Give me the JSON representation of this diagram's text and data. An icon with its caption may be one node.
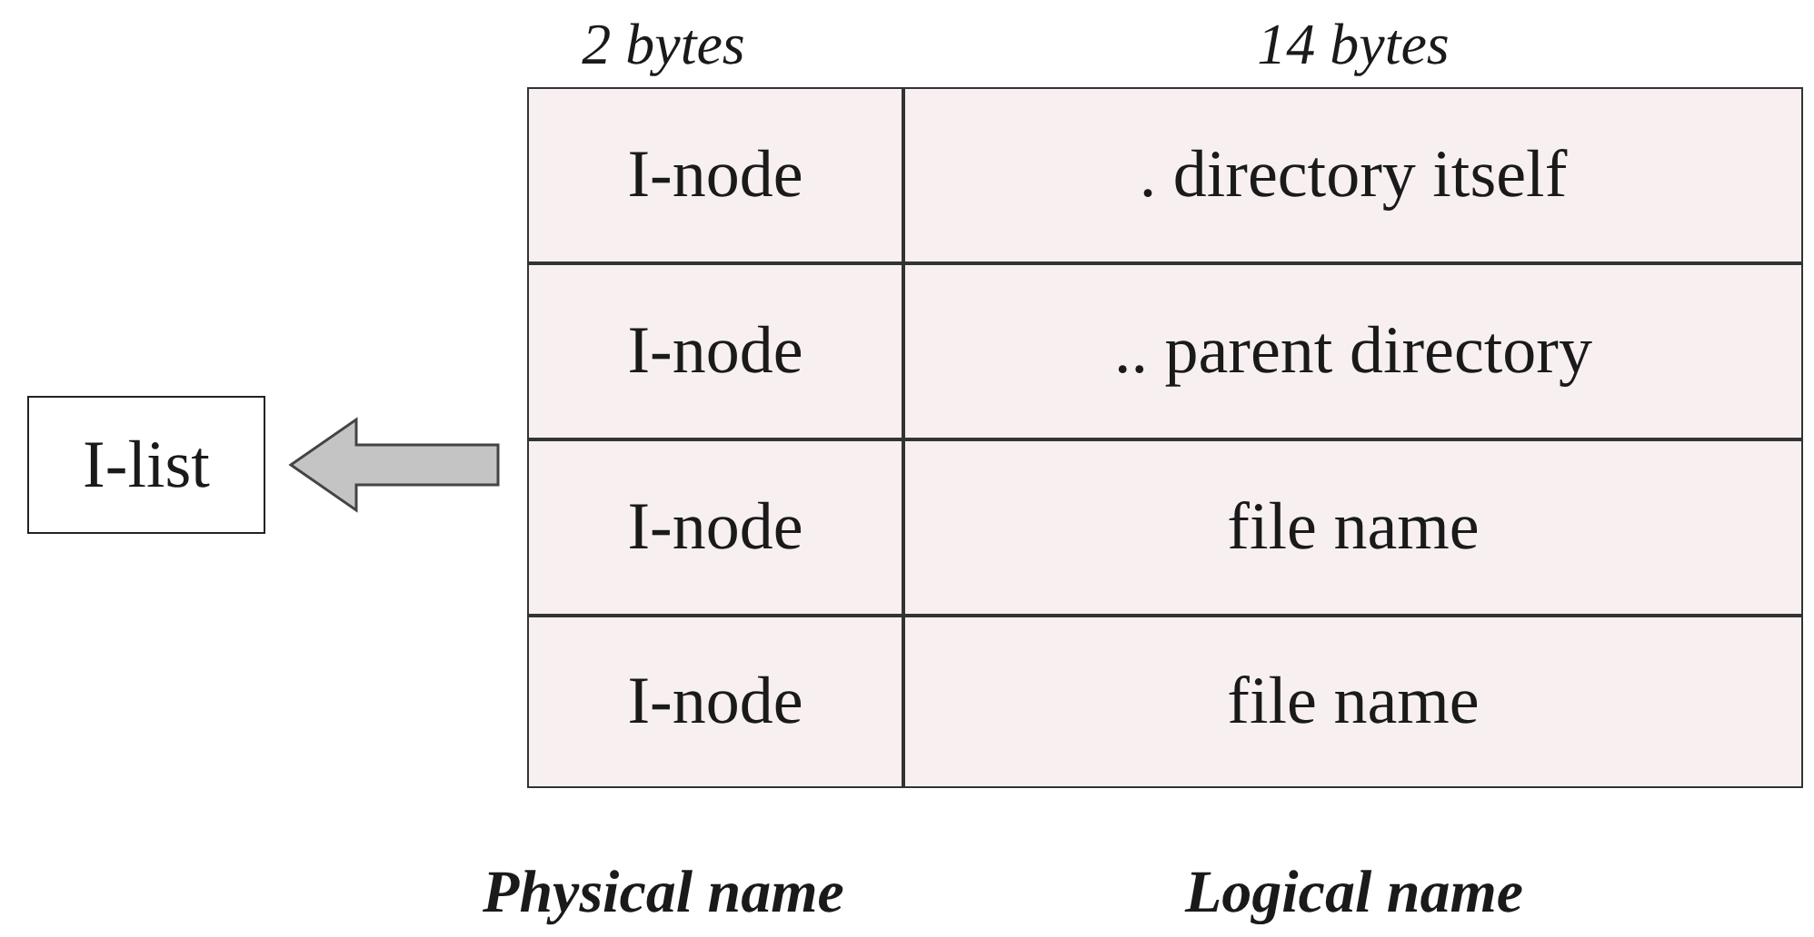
{
  "diagram": {
    "nodes": [
      {
        "text": [
          "I-list"
        ]
      },
      {
        "text": [],
        "shape": "box"
      }
    ],
    "edges": [
      {
        "from": 1,
        "to": 0,
        "arrow": "to",
        "style": "thick"
      }
    ],
    "labels": [
      "2 bytes",
      "14 bytes",
      "I-node",
      ". directory itself",
      "I-node",
      ".. parent directory",
      "I-node",
      "file name",
      "I-node",
      "file name",
      "Physical name",
      "Logical name"
    ]
  }
}
